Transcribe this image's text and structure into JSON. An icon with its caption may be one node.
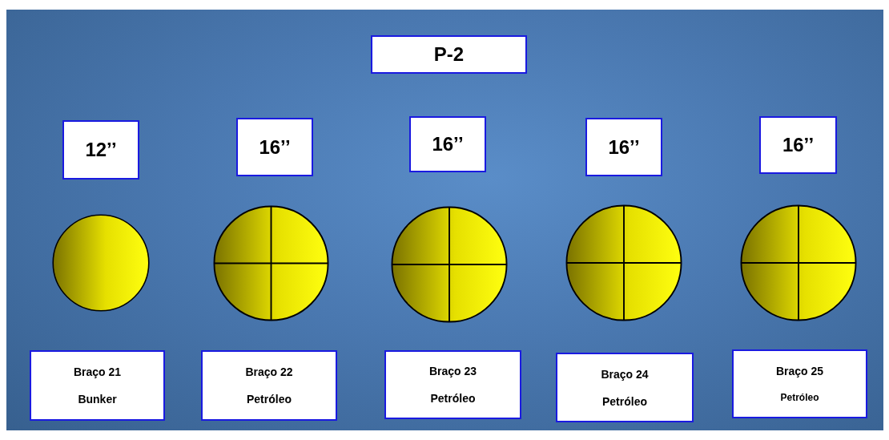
{
  "diagram": {
    "nodes": [
      {
        "text": [
          "P-2"
        ]
      },
      {
        "text": [
          "12’’"
        ]
      },
      {
        "text": [
          "16’’"
        ]
      },
      {
        "text": [
          "16’’"
        ]
      },
      {
        "text": [
          "16’’"
        ]
      },
      {
        "text": [
          "16’’"
        ]
      },
      {
        "text": [],
        "shape": "circle"
      },
      {
        "text": [],
        "shape": "circle"
      },
      {
        "text": [],
        "shape": "circle"
      },
      {
        "text": [],
        "shape": "circle"
      },
      {
        "text": [],
        "shape": "circle"
      },
      {
        "text": [
          "Braço 21",
          "Bunker"
        ]
      },
      {
        "text": [
          "Braço 22",
          "Petróleo"
        ]
      },
      {
        "text": [
          "Braço 23",
          "Petróleo"
        ]
      },
      {
        "text": [
          "Braço 24",
          "Petróleo"
        ]
      },
      {
        "text": [
          "Braço 25",
          "Petróleo"
        ]
      }
    ],
    "edges": []
  }
}
